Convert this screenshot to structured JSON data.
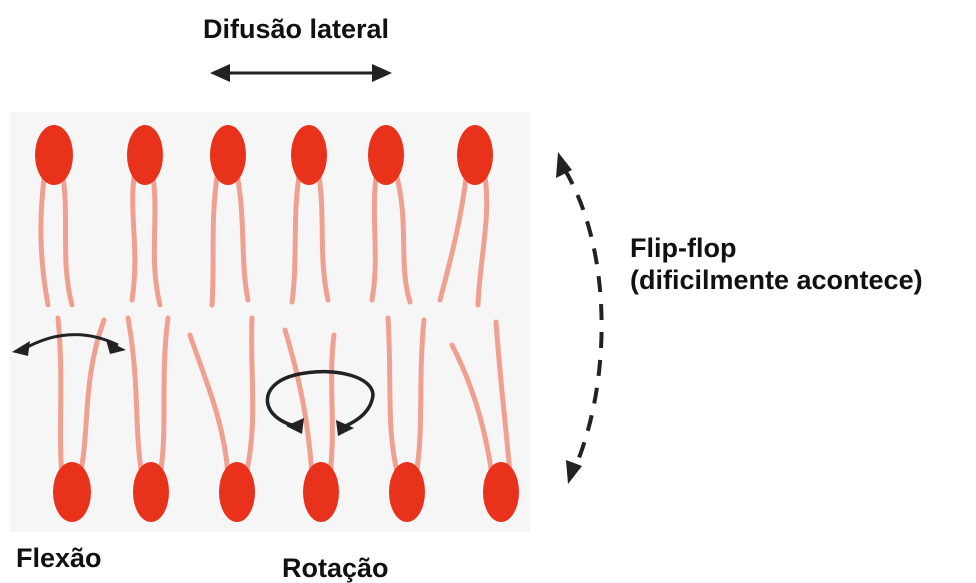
{
  "labels": {
    "lateral_diffusion": "Difusão lateral",
    "flip_flop_line1": "Flip-flop",
    "flip_flop_line2": "(dificilmente acontece)",
    "flexion": "Flexão",
    "rotation": "Rotação"
  },
  "colors": {
    "head": "#e8321c",
    "tail": "#f0a090",
    "tail_edge": "#e07060",
    "arrow": "#222222",
    "bilayer_bg": "#f4f4f4"
  },
  "bilayer": {
    "upper_leaflet_count": 6,
    "lower_leaflet_count": 6
  },
  "icons": {
    "lateral_arrow": "double-headed-horizontal-arrow",
    "flip_flop_arrow": "dashed-curved-double-arrow",
    "flexion_arrow": "curved-double-arrow",
    "rotation_arrow": "circular-rotation-arrow"
  }
}
